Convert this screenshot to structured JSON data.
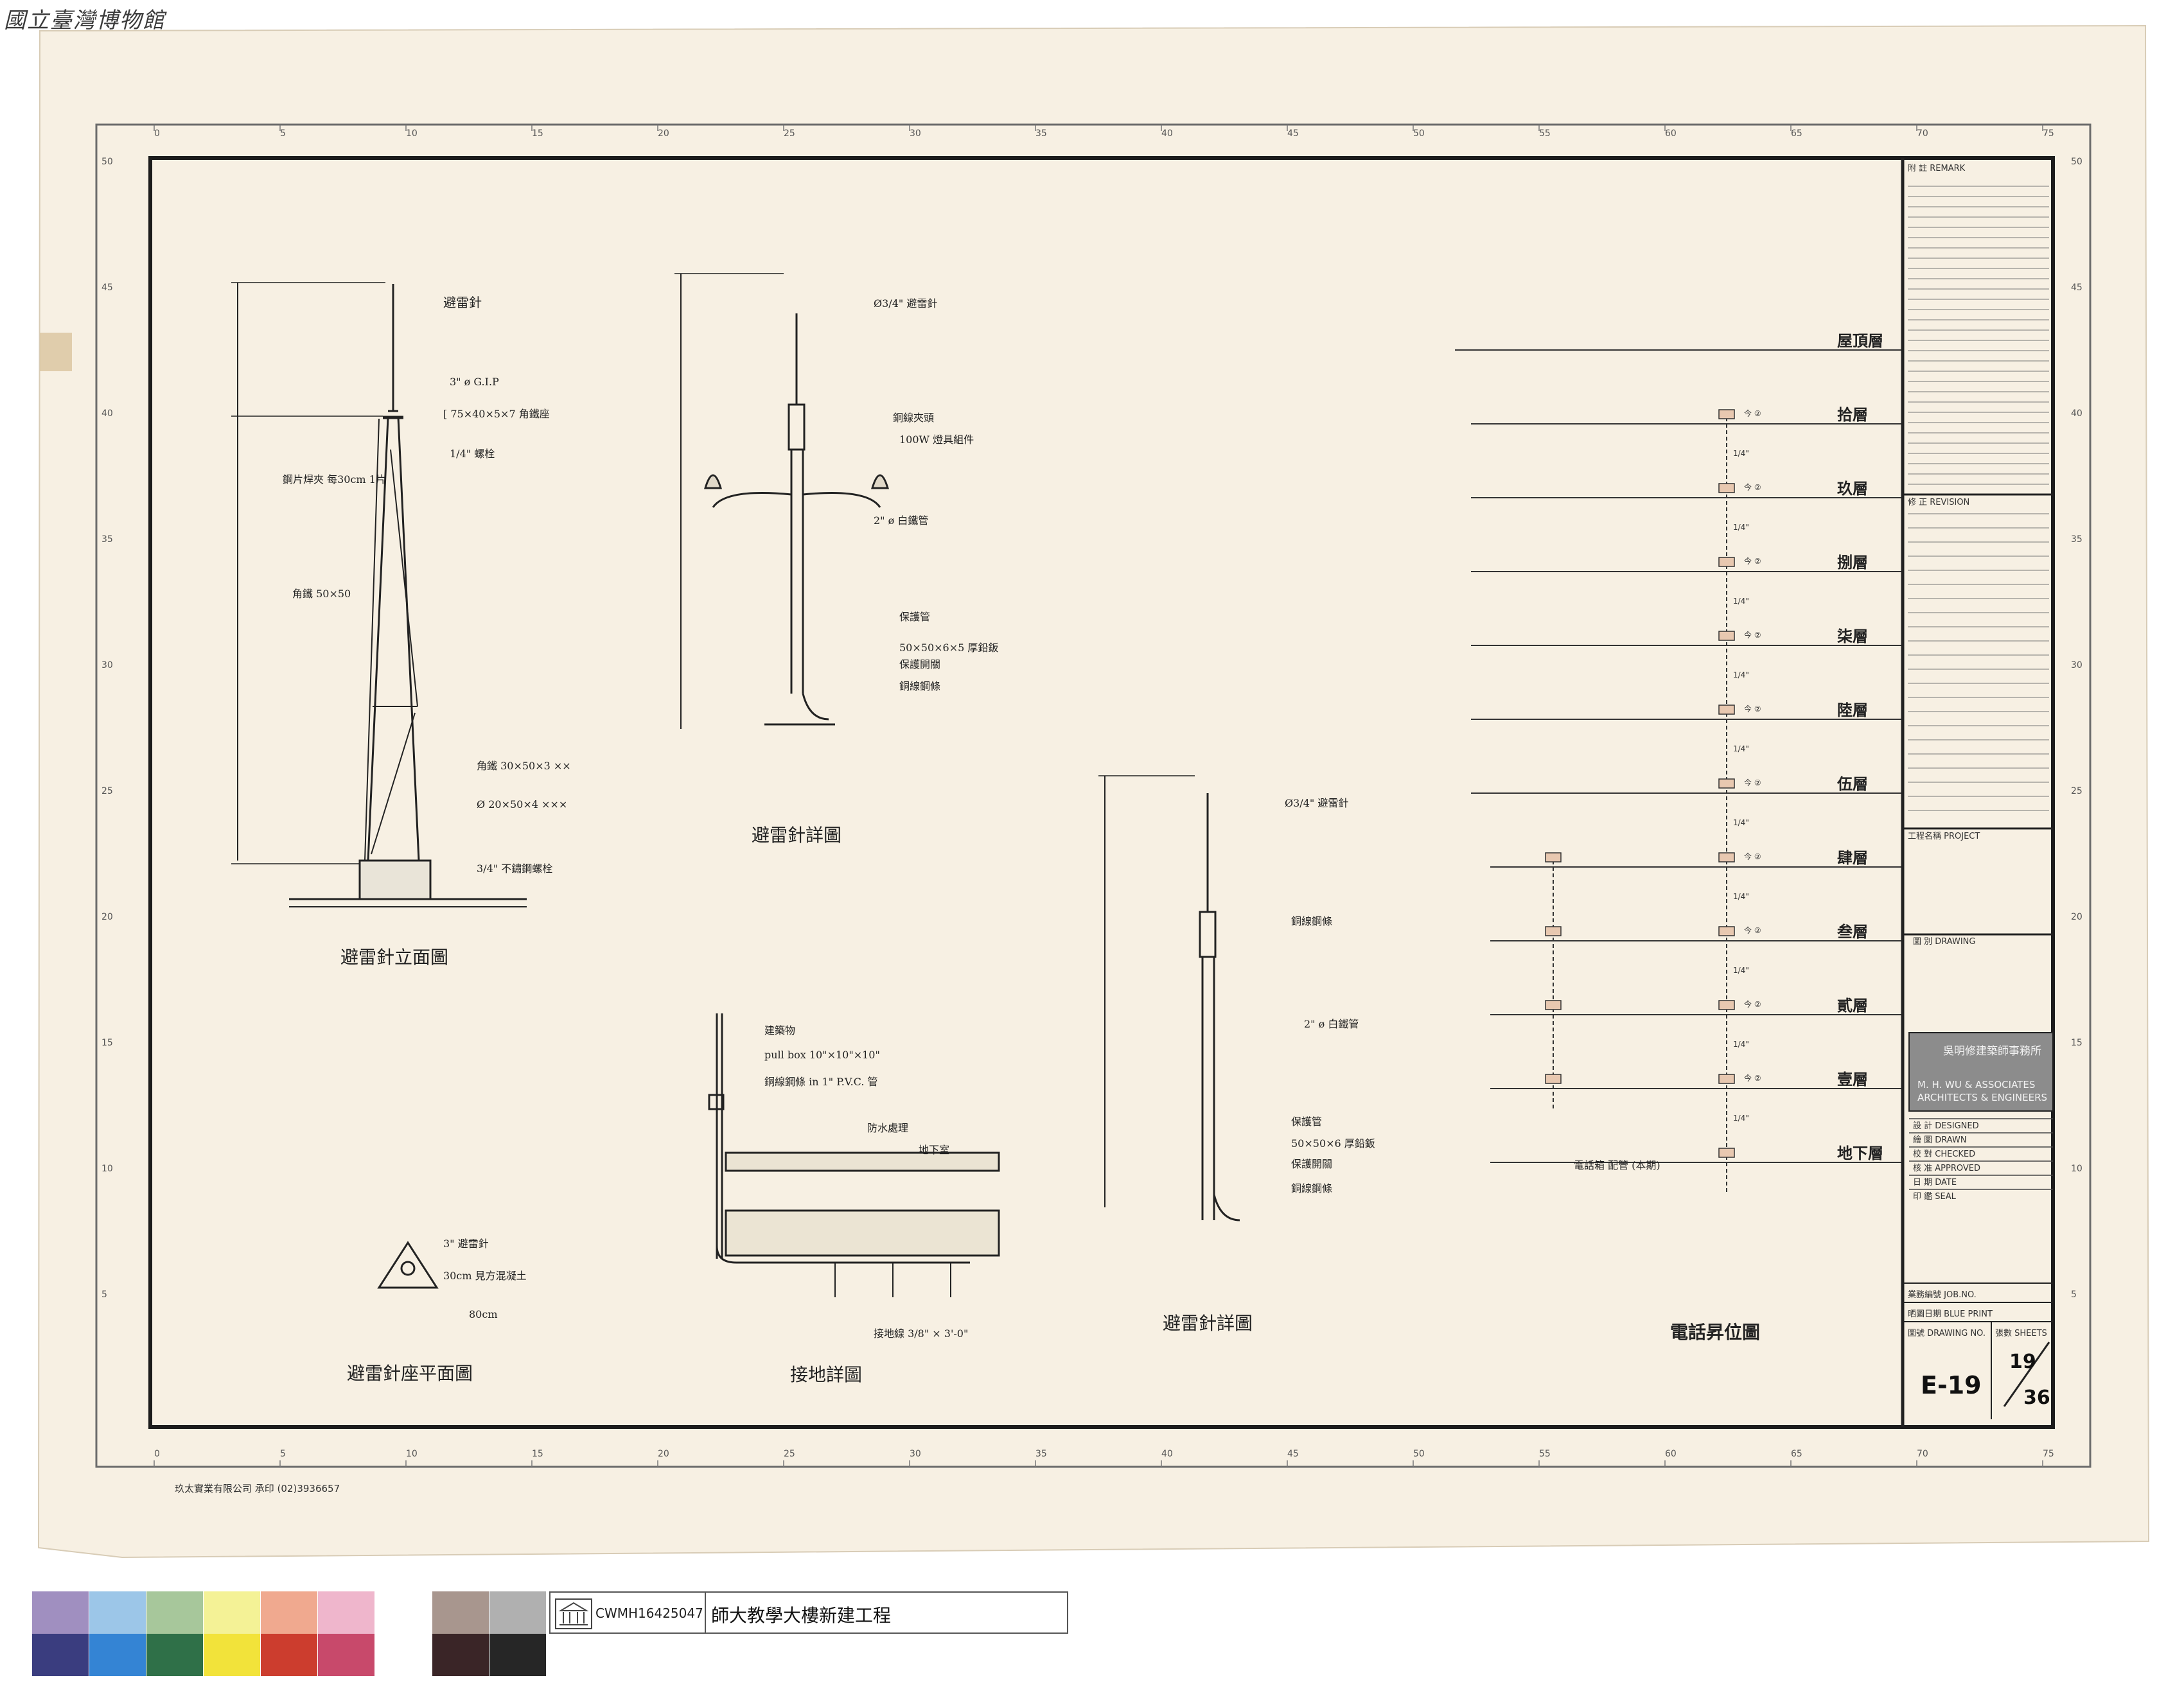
{
  "watermark": "國立臺灣博物館",
  "printer_note": "玖太實業有限公司 承印 (02)3936657",
  "archive": {
    "catalog_id": "CWMH16425047",
    "project_name": "師大教學大樓新建工程"
  },
  "ruler": {
    "top_marks": [
      "0",
      "5",
      "10",
      "15",
      "20",
      "25",
      "30",
      "35",
      "40",
      "45",
      "50",
      "55",
      "60",
      "65",
      "70",
      "75"
    ],
    "side_marks": [
      "50",
      "45",
      "40",
      "35",
      "30",
      "25",
      "20",
      "15",
      "10",
      "5"
    ]
  },
  "drawings": {
    "tower_elevation": {
      "title": "避雷針立面圖",
      "labels": [
        "避雷針",
        "3\" ø G.I.P",
        "[ 75×40×5×7 角鐵座",
        "1/4\" 螺栓",
        "鋼片焊夾 每30cm 1片",
        "角鐵 50×50",
        "角鐵 30×50×3 ××",
        "Ø 20×50×4 ×××",
        "3/4\" 不鏽鋼螺栓"
      ]
    },
    "rod_detail_1": {
      "title": "避雷針詳圖",
      "labels": [
        "Ø3/4\" 避雷針",
        "銅線夾頭",
        "100W 燈具組件",
        "2\" ø 白鐵管",
        "保護管",
        "50×50×6×5 厚鉛鈑",
        "保護開關",
        "銅線鋼條"
      ]
    },
    "tower_plan": {
      "title": "避雷針座平面圖",
      "labels": [
        "3\" 避雷針",
        "30cm 見方混凝土",
        "80cm"
      ]
    },
    "grounding_detail": {
      "title": "接地詳圖",
      "labels": [
        "建築物",
        "pull box 10\"×10\"×10\"",
        "銅線鋼條 in 1\" P.V.C. 管",
        "防水處理",
        "地下室",
        "接地線 3/8\" × 3'-0\""
      ]
    },
    "rod_detail_2": {
      "title": "避雷針詳圖",
      "labels": [
        "Ø3/4\" 避雷針",
        "銅線鋼條",
        "2\" ø 白鐵管",
        "保護管",
        "50×50×6 厚鉛鈑",
        "保護開關",
        "銅線鋼條"
      ]
    },
    "riser": {
      "title": "電話昇位圖",
      "floors": [
        "屋頂層",
        "拾層",
        "玖層",
        "捌層",
        "柒層",
        "陸層",
        "伍層",
        "肆層",
        "叁層",
        "貳層",
        "壹層",
        "地下層"
      ],
      "pipe_label": "1/4\"",
      "box_label": "今 ②",
      "legend": "電話箱   配管 (本期)"
    }
  },
  "title_block": {
    "remark": "附 註 REMARK",
    "revision": "修 正 REVISION",
    "project": "工程名稱 PROJECT",
    "drawing": "圖 別 DRAWING",
    "firm_cn": "吳明修建築師事務所",
    "firm_en1": "M. H. WU & ASSOCIATES",
    "firm_en2": "ARCHITECTS & ENGINEERS",
    "rows": [
      "設 計 DESIGNED",
      "繪 圖 DRAWN",
      "校 對 CHECKED",
      "核 准 APPROVED",
      "日 期 DATE",
      "印 鑑 SEAL"
    ],
    "job_no": "業務編號 JOB.NO.",
    "blue_print": "晒圖日期 BLUE PRINT",
    "drawing_no": "圖號 DRAWING NO.",
    "sheets": "張數 SHEETS",
    "drawing_no_value": "E-19",
    "sheet_value": "19",
    "sheet_total": "36"
  },
  "color_swatches": {
    "top": [
      "#a08fc0",
      "#9cc6e8",
      "#a7c79b",
      "#f4f296",
      "#f0a98f",
      "#efb6cc",
      "#ffffff",
      "#a8968e",
      "#b0b0b0"
    ],
    "bottom": [
      "#3a3d7f",
      "#3484d4",
      "#2f7048",
      "#f2e33a",
      "#cc3d2e",
      "#c8496b",
      "#ffffff",
      "#3a2527",
      "#262626"
    ]
  }
}
